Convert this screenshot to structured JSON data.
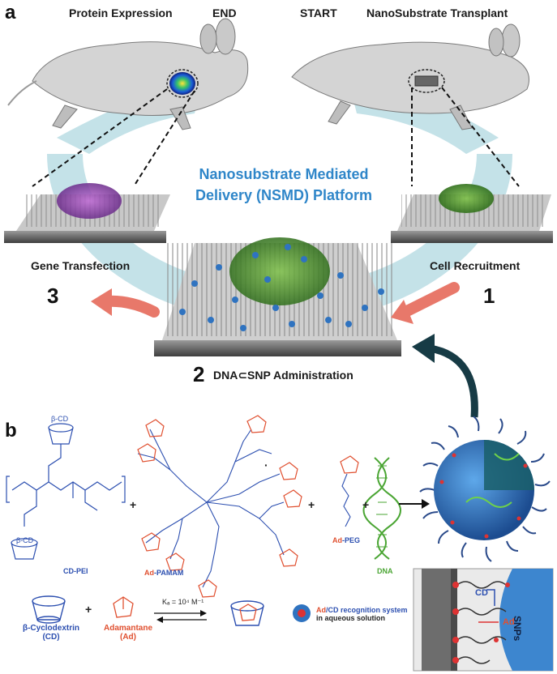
{
  "panel_a": {
    "letter": "a",
    "top_labels": {
      "protein_expression": "Protein Expression",
      "end": "END",
      "start": "START",
      "transplant": "NanoSubstrate Transplant"
    },
    "title_line1": "Nanosubstrate Mediated",
    "title_line2": "Delivery (NSMD) Platform",
    "steps": {
      "gene_transfection": "Gene Transfection",
      "cell_recruitment": "Cell Recruitment",
      "num3": "3",
      "num1": "1",
      "num2": "2",
      "administration": "DNA⊂SNP Administration"
    }
  },
  "panel_b": {
    "letter": "b",
    "cd_pei": "CD-PEI",
    "ad_pamam_ad": "Ad",
    "ad_pamam_rest": "-PAMAM",
    "ad_peg_ad": "Ad",
    "ad_peg_rest": "-PEG",
    "dna": "DNA",
    "beta_cd": "β-CD",
    "plus": "+",
    "dot": "·",
    "beta_cyclodextrin_line1": "β-Cyclodextrin",
    "beta_cyclodextrin_line2": "(CD)",
    "adamantane_line1": "Adamantane",
    "adamantane_line2": "(Ad)",
    "ka": "Kₐ = 10⁴ M⁻¹",
    "recognition_ad": "Ad",
    "recognition_rest": "/CD recognition system",
    "recognition_line2": "in aqueous solution",
    "inset_cd": "CD",
    "inset_ad": "Ad",
    "inset_snps": "SNPs"
  },
  "colors": {
    "ring": "#bfe0e6",
    "title_blue": "#2f86c9",
    "arrow_red": "#e8786a",
    "dark_arrow": "#173b45",
    "pei_blue": "#2c4fb0",
    "ad_red": "#e05030",
    "dna_green": "#4aa533",
    "sphere_blue": "#2f73c0"
  }
}
